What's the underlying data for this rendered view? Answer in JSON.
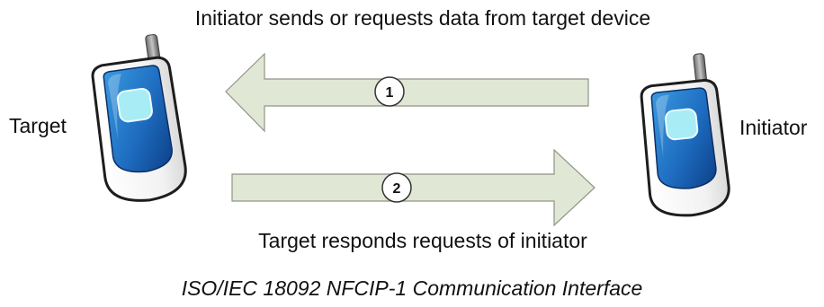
{
  "flow": {
    "request_label": "Initiator sends or requests data from target device",
    "response_label": "Target responds requests of initiator",
    "step_request": "1",
    "step_response": "2"
  },
  "devices": {
    "left_label": "Target",
    "right_label": "Initiator",
    "icon": "mobile-phone-icon"
  },
  "caption": "ISO/IEC 18092 NFCIP-1 Communication Interface",
  "colors": {
    "arrow_fill": "#e1e7d5",
    "arrow_stroke": "#8e9584",
    "phone_body": "#ffffff",
    "phone_blue": "#1f6fc0",
    "phone_screen": "#a8ecf5"
  }
}
